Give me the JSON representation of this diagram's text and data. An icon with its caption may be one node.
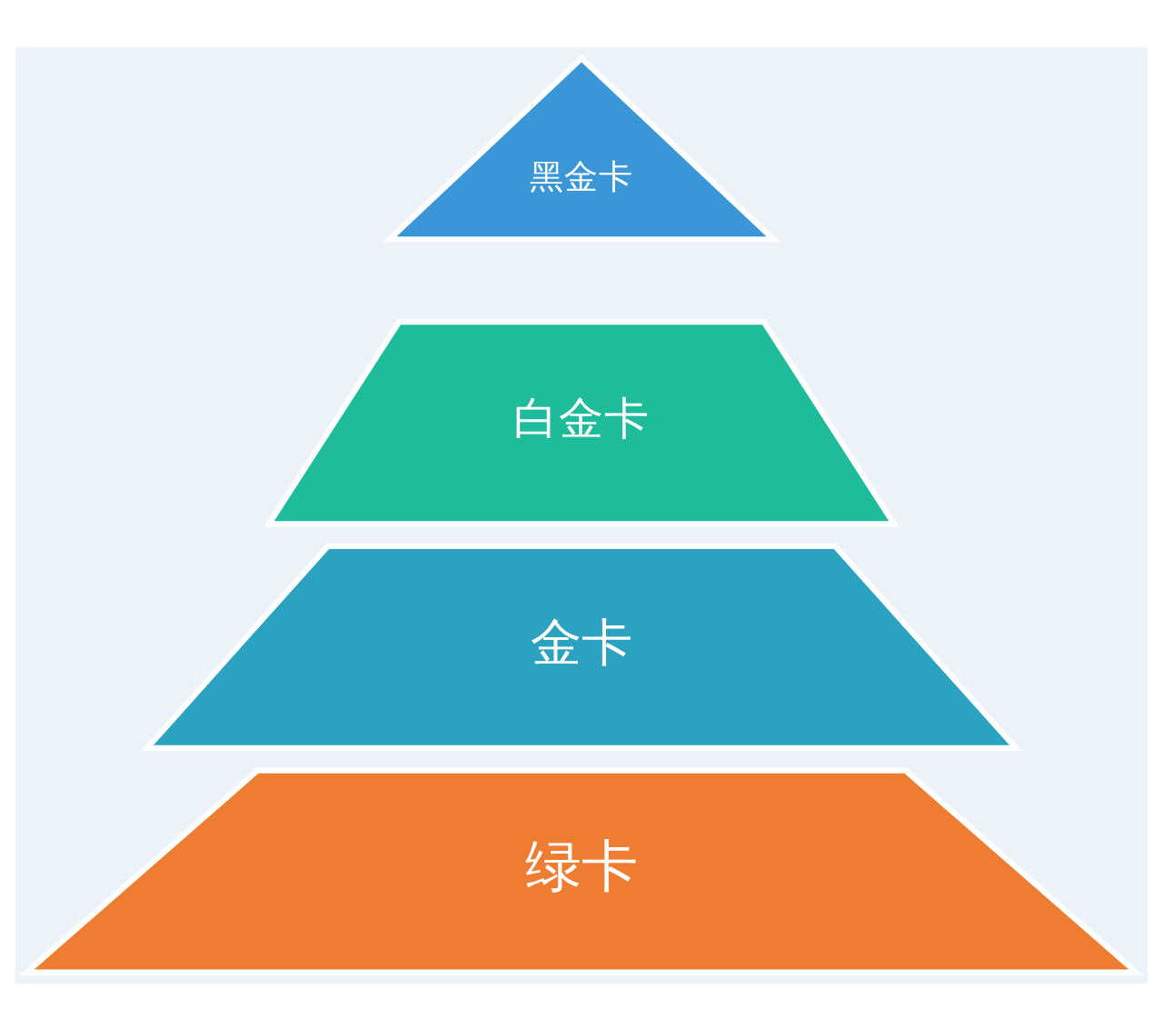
{
  "diagram": {
    "nodes": [
      {
        "text": [
          "黑金卡"
        ]
      },
      {
        "text": [
          "白金卡"
        ]
      },
      {
        "text": [
          "金卡"
        ]
      },
      {
        "text": [
          "绿卡"
        ]
      }
    ]
  }
}
